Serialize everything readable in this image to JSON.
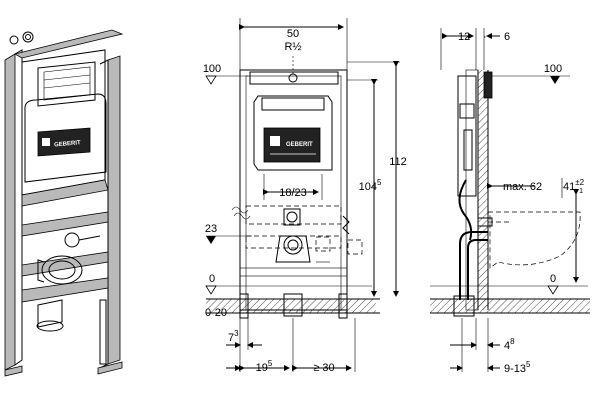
{
  "labels": {
    "width_total": "50",
    "thread": "R½",
    "level_top_front": "100",
    "level_top_side": "100",
    "height_total": "112",
    "height_inner_base": "104",
    "height_inner_exp": "5",
    "flush_span": "18/23",
    "supply_height": "23",
    "floor_level_front": "0",
    "floor_level_side": "0",
    "floor_range": "0-20",
    "depth_top": "12",
    "depth_top_right": "6",
    "max_projection": "max. 62",
    "bowl_height_base": "41",
    "bowl_height_tol": "±2",
    "bowl_height_tol2": "1",
    "foot_a_base": "7",
    "foot_a_exp": "3",
    "foot_b_base": "19",
    "foot_b_exp": "5",
    "foot_min": "≥ 30",
    "side_a_base": "4",
    "side_a_exp": "8",
    "side_b_base": "9-13",
    "side_b_exp": "5",
    "brand_logo": "GEBERIT"
  }
}
